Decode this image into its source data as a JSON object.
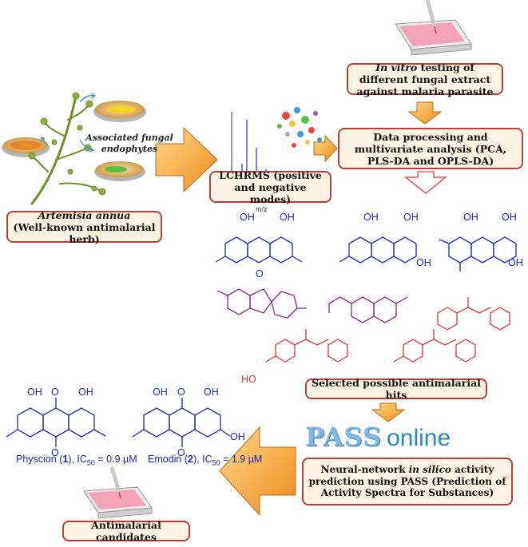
{
  "boxes": {
    "in_vitro": {
      "italic": "In vitro",
      "rest": " testing of different fungal extract against malaria parasite"
    },
    "data_processing": "Data processing and multivariate analysis (PCA, PLS-DA and OPLS-DA)",
    "lchrms": "LCHRMS (positive and negative modes)",
    "artemisia": {
      "italic": "Artemisia annua",
      "rest": "(Well-known antimalarial herb)"
    },
    "hits": "Selected possible antimalarial hits",
    "neural": {
      "pre": "Neural-network ",
      "italic": "in silico",
      "post": " activity prediction using PASS (Prediction of Activity Spectra for Substances)"
    },
    "candidates": "Antimalarial candidates"
  },
  "captions": {
    "fungal": "Associated fungal endophytes",
    "mz": "m/z"
  },
  "pass_logo": {
    "big": "PASS",
    "small": "online"
  },
  "compounds": {
    "physcion": {
      "name": "Physcion (",
      "num": "1",
      "ic": "), IC",
      "sub": "50",
      "val": " = 0.9 µM"
    },
    "emodin": {
      "name": "Emodin   (",
      "num": "2",
      "ic": "), IC",
      "sub": "50",
      "val": " = 1.9 µM"
    }
  },
  "atoms": {
    "oh": "OH",
    "o": "O",
    "ho": "HO"
  },
  "colors": {
    "blue": "#1d2ab8",
    "purple": "#8a2a8a",
    "red": "#d83a3a",
    "border": "#b8413a",
    "box_fill": "#fdf3e4",
    "arrow": "#f2a23a"
  }
}
